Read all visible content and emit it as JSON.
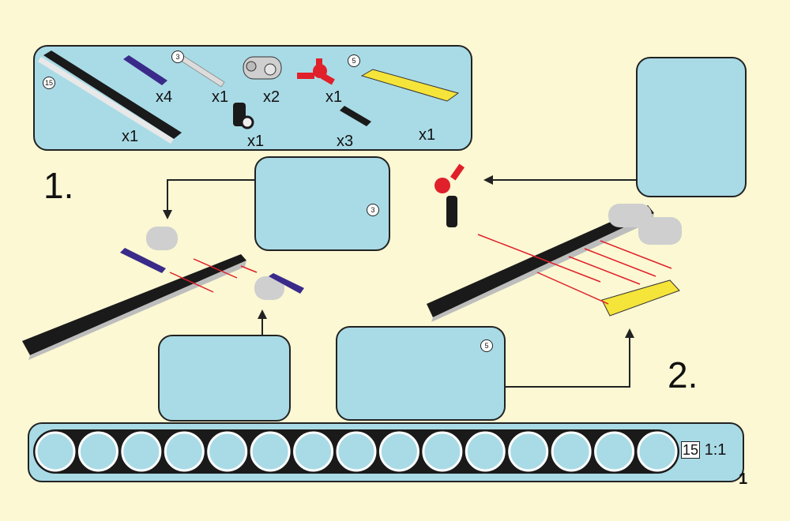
{
  "parts_list": {
    "items": [
      {
        "name": "black-beam-15",
        "size_badge": "15",
        "quantity": "x1",
        "color": "#1a1a1a"
      },
      {
        "name": "purple-long-pin",
        "quantity": "x4",
        "color": "#3a2a8a"
      },
      {
        "name": "gray-axle-3",
        "size_badge": "3",
        "quantity": "x1",
        "color": "#d5d5d5"
      },
      {
        "name": "gray-double-cross-block",
        "quantity": "x2",
        "color": "#cccccc"
      },
      {
        "name": "black-angle-connector",
        "quantity": "x1",
        "color": "#1a1a1a"
      },
      {
        "name": "red-hub",
        "quantity": "x1",
        "color": "#e0202a"
      },
      {
        "name": "black-pin",
        "quantity": "x3",
        "color": "#1a1a1a"
      },
      {
        "name": "yellow-beam-5",
        "size_badge": "5",
        "quantity": "x1",
        "color": "#f5e43a"
      }
    ]
  },
  "steps": [
    {
      "number": "1.",
      "subassemblies": [
        {
          "badge": "3"
        },
        {
          "badge": ""
        }
      ]
    },
    {
      "number": "2.",
      "subassemblies": [
        {
          "badge": ""
        },
        {
          "badge": "5"
        }
      ]
    }
  ],
  "ruler": {
    "length_badge": "15",
    "scale": "1:1",
    "holes": 15
  },
  "page_number": "1",
  "colors": {
    "background": "#fbf8d3",
    "panel": "#a9dbe6",
    "arrow_red": "#e0202a"
  }
}
